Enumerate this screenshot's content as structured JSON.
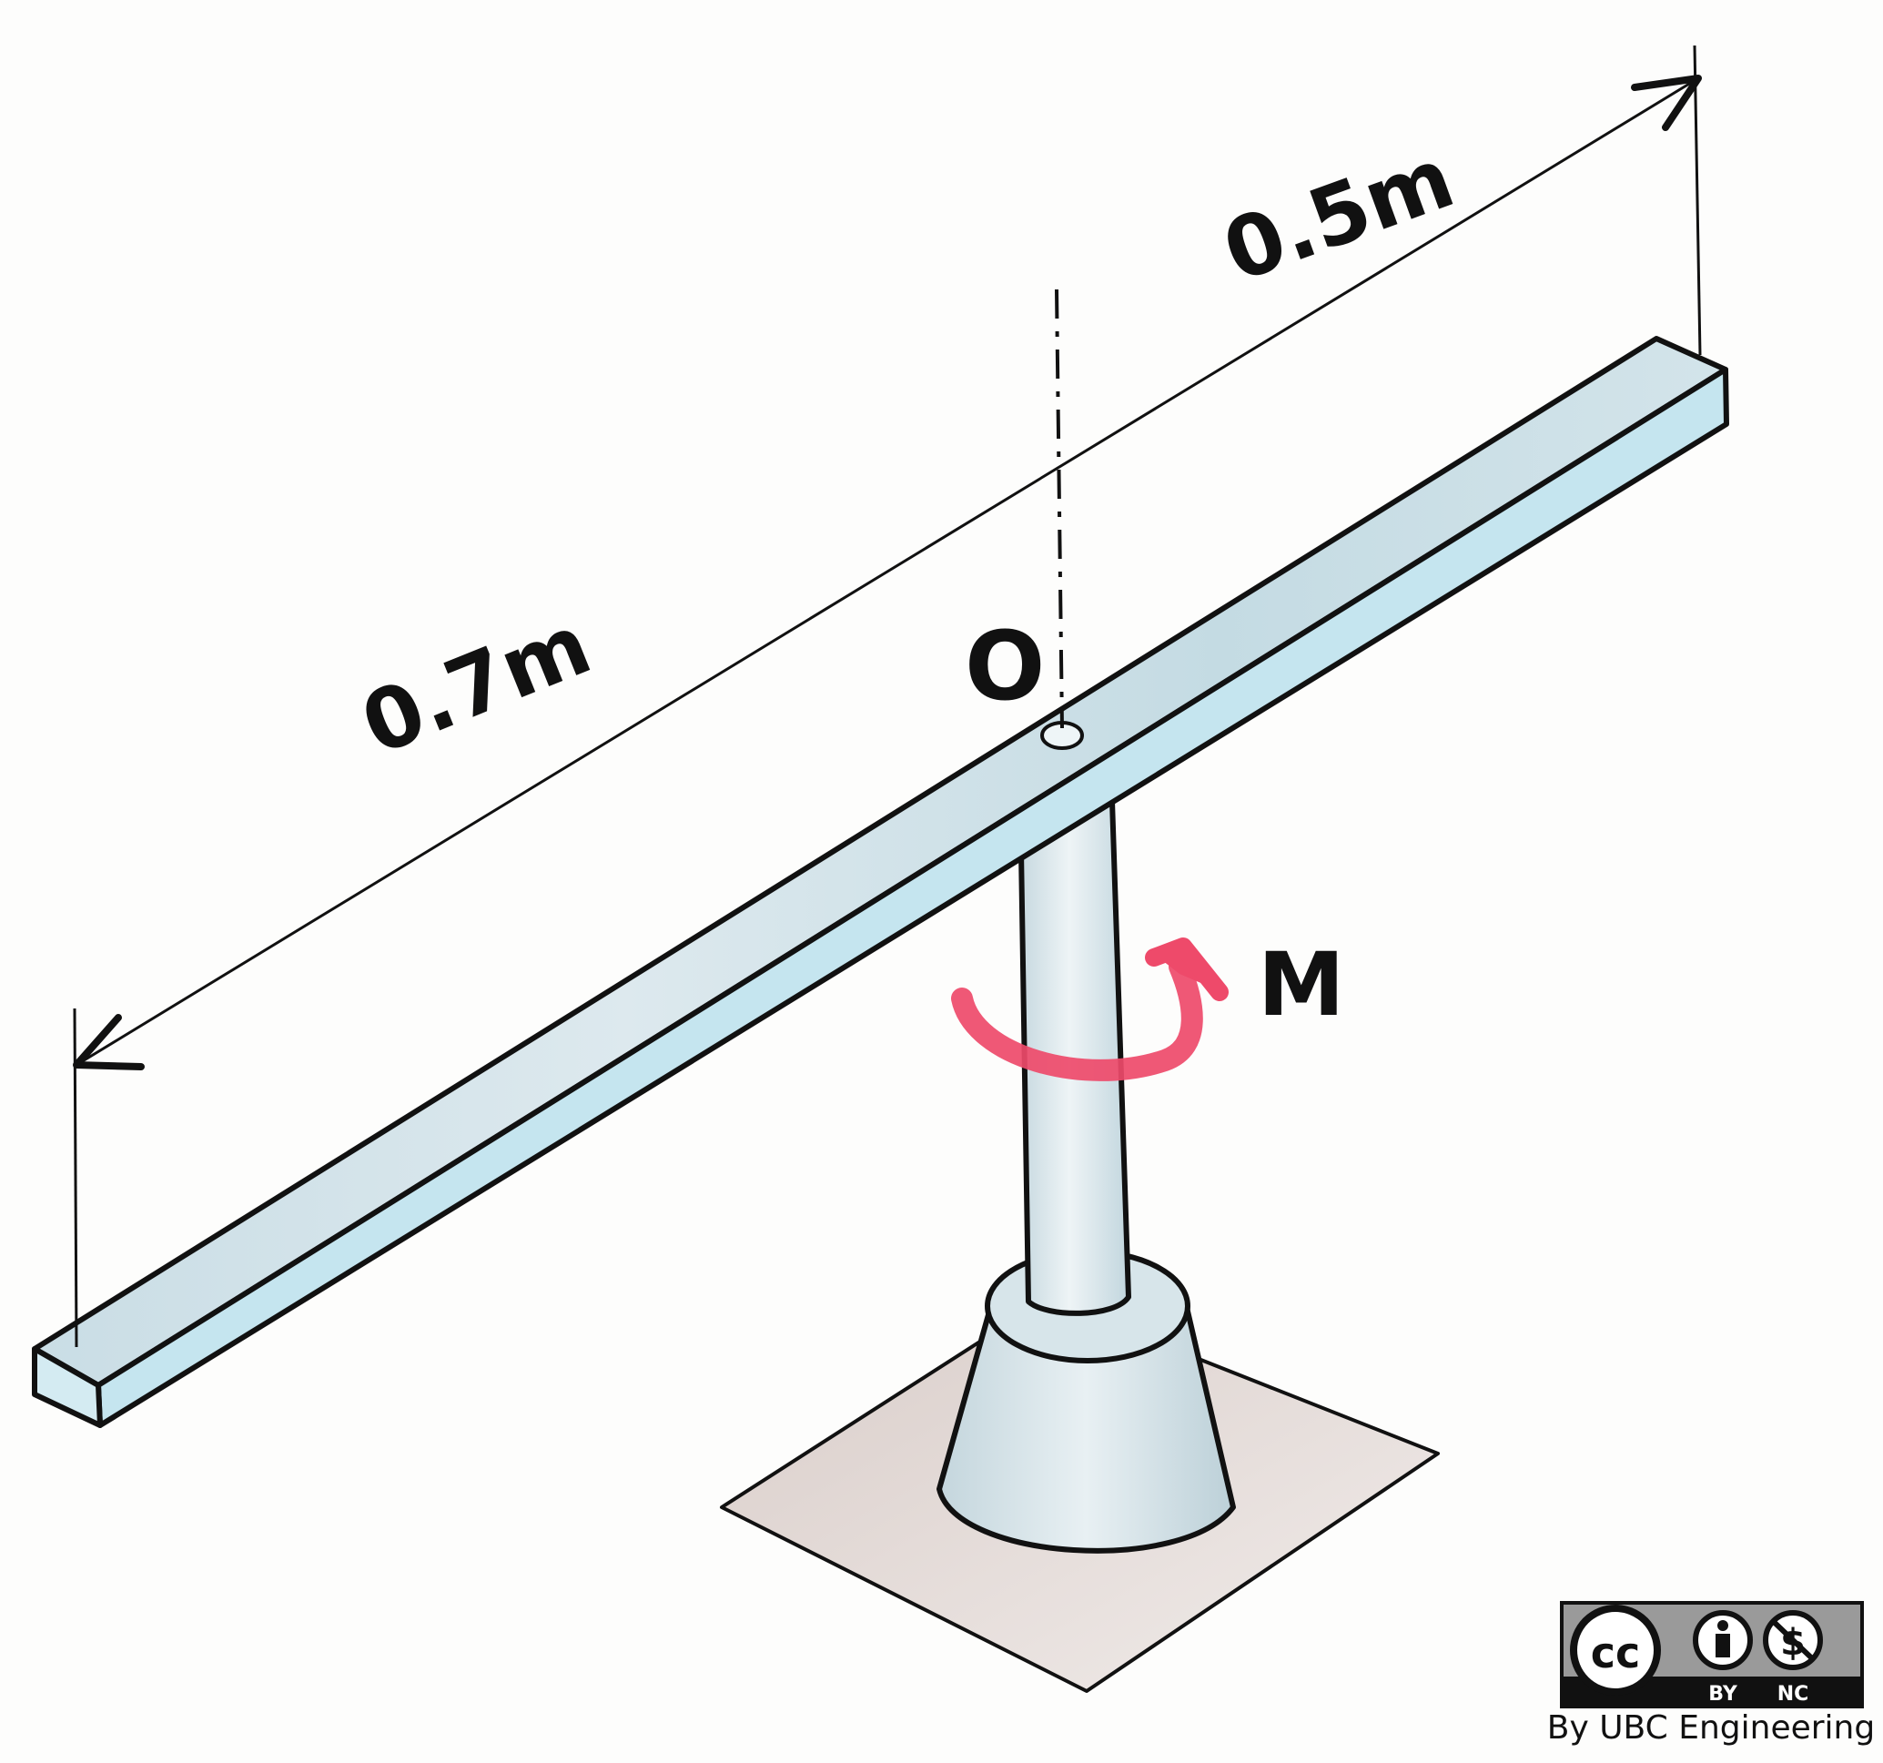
{
  "diagram": {
    "labels": {
      "left_length": "0.7m",
      "right_length": "0.5m",
      "pivot": "O",
      "moment": "M"
    },
    "colors": {
      "beam": "#cfe3ea",
      "beam_edge": "#bfe2ee",
      "post": "#d8e6ec",
      "base_plate": "#e4dcd9",
      "moment_arrow": "#ee4a6a",
      "ink": "#111111"
    }
  },
  "license": {
    "icons": [
      "cc-icon",
      "attribution-person-icon",
      "non-commercial-dollar-icon"
    ],
    "badge_cc": "cc",
    "badge_by": "BY",
    "badge_nc": "NC",
    "credit": "By UBC Engineering"
  }
}
